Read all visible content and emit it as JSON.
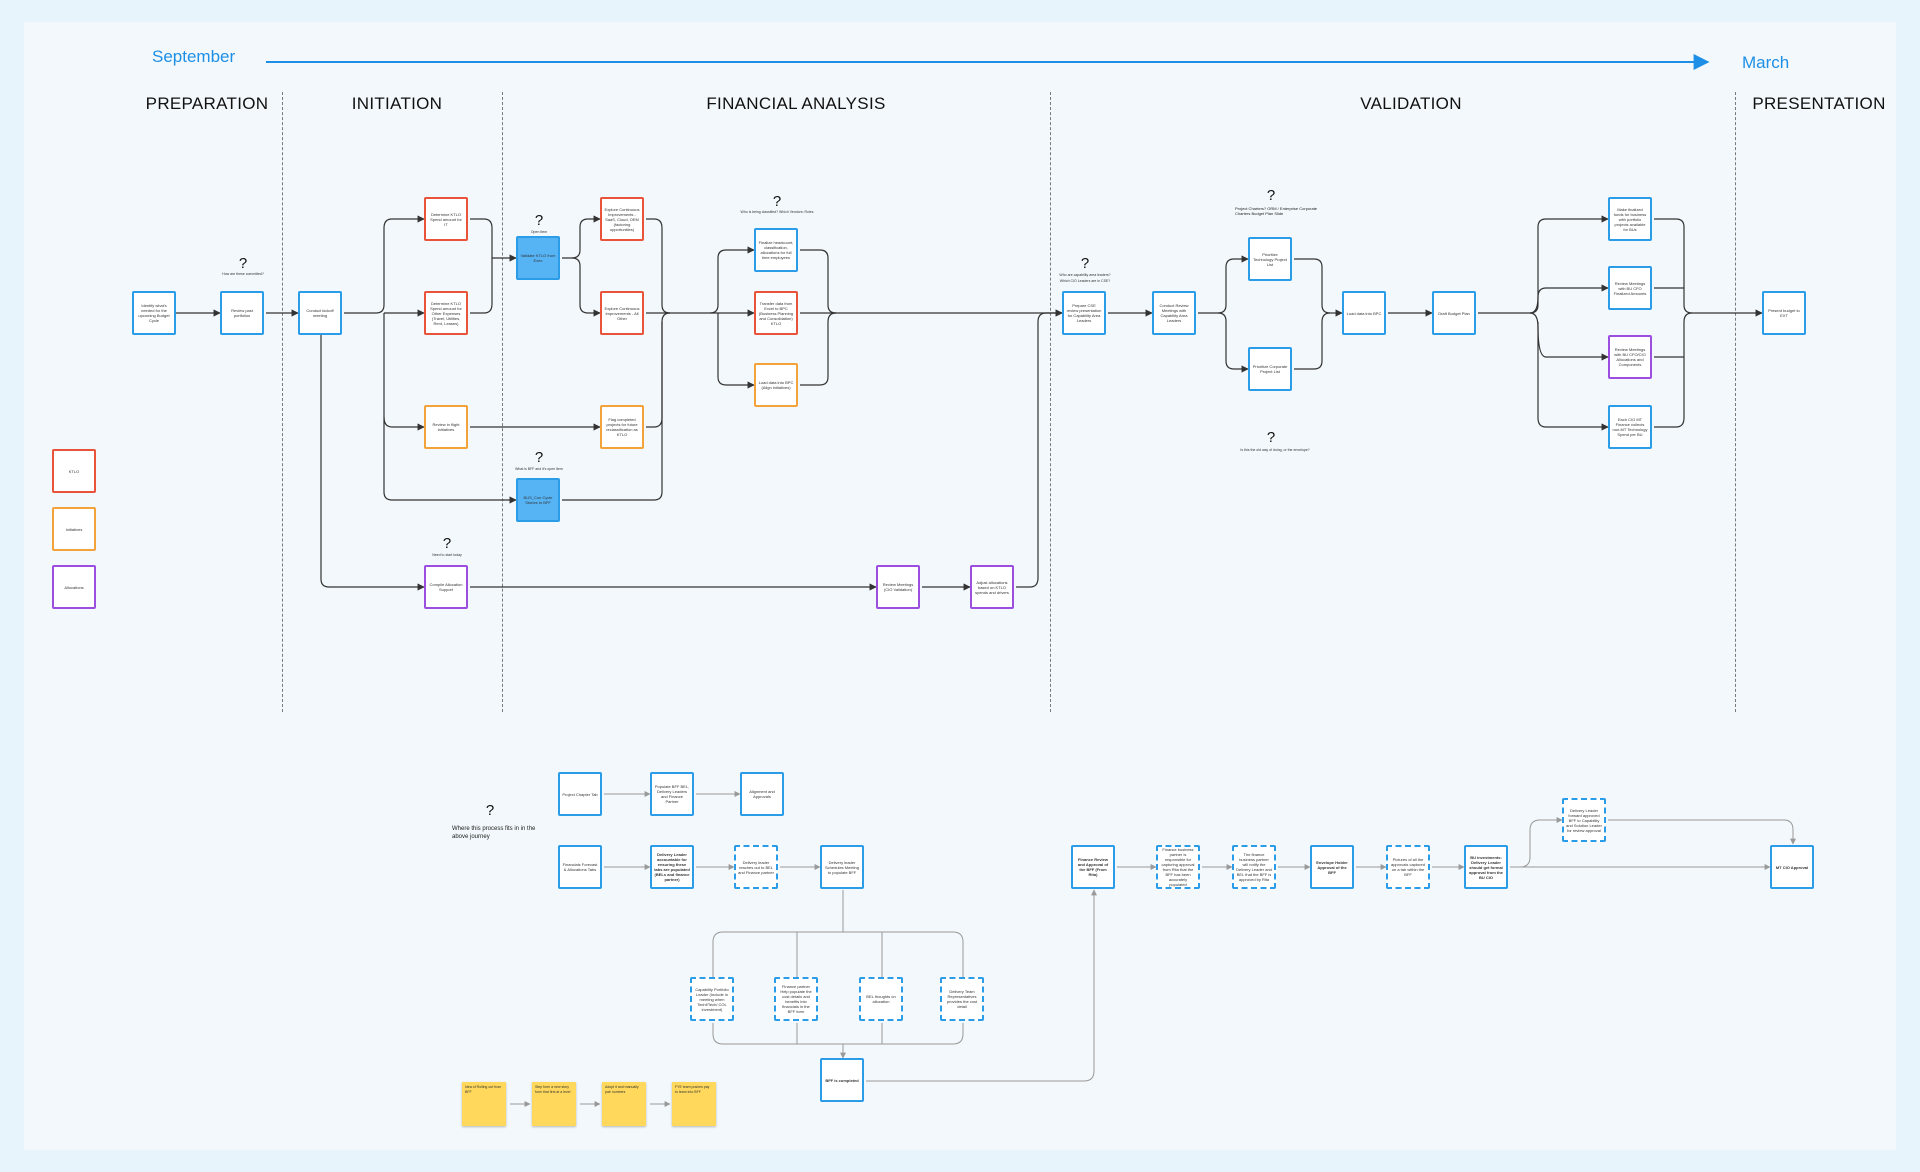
{
  "timeline": {
    "start": "September",
    "end": "March"
  },
  "phases": [
    "PREPARATION",
    "INITIATION",
    "FINANCIAL ANALYSIS",
    "VALIDATION",
    "PRESENTATION"
  ],
  "legend": {
    "ktlo": "KTLO",
    "initiatives": "Initiatives",
    "allocations": "Allocations"
  },
  "colors": {
    "blue": "#2a9ce8",
    "red": "#e8533a",
    "orange": "#f3a33a",
    "purple": "#9b4ee0",
    "fill": "#56b4f5",
    "sticky": "#ffd85c",
    "accent": "#1e8fe6"
  },
  "nodes": {
    "identify": "Identify what's needed for the upcoming Budget Cycle",
    "review_portfolio": "Review past portfolios",
    "kickoff": "Conduct kickoff meeting",
    "ktlo_spend_it": "Determine KTLO Spend amount for IT",
    "ktlo_spend_other": "Determine KTLO Spend amount for Other Expenses (Travel, Utilities, Rent, Leases)",
    "review_inflight": "Review in flight initiatives",
    "compile_alloc": "Compile Allocation Support",
    "validate_ktlo": "Validate KTLO from Exec",
    "bus_cycle": "BUS_Con Cycle Stories to BFF",
    "explore_1": "Explore Continuous Improvements - SaaS, Cloud, OEM (factoring opportunities)",
    "explore_2": "Explore Continuous Improvements - All Other",
    "flag_completed": "Flag completed projects for future reclassification as KTLO",
    "finalize": "Finalize headcount, classification, allocations for full time employees",
    "transfer": "Transfer data from Excel to BPC (Business Planning and Consolidation) KTLO",
    "load_bpc": "Load data into BPC (Allgn initiatives)",
    "review_cio": "Review Meetings (CIO Validation)",
    "adjust_alloc": "Adjust allocations based on KTLO spends and drivers",
    "prepare_cse": "Prepare CSE review presentation for Capability Area Leaders",
    "conduct_review": "Conduct Review Meetings with Capability Area Leaders",
    "prioritize_tech": "Prioritize Technology Project List",
    "prioritize_corp": "Prioritize Corporate Project List",
    "load_data_bpc": "Load data into BPC",
    "draft_budget": "Draft Budget Plan",
    "make_finalized": "Make finalized funds for business with portfolio projects available for BUs",
    "review_bu_cfo": "Review Meetings with BU CFO Finalized Amounts",
    "review_bu_alloc": "Review Meetings with BU CFO/CIO Allocations and Components",
    "each_cio": "Each CIO MT Finance collects non-MT Technology Spend per BU",
    "present_budget": "Present budget to EXT"
  },
  "questions": {
    "q_portfolio": "How are these committed?",
    "q_validate": "Open Item",
    "q_finalize": "Who is being classified? Which Vendors: Roles",
    "q_bus": "What is BFF and it's open Item",
    "q_compile": "Need to start today",
    "q_prepare_1": "Who are capability area leaders?",
    "q_prepare_2": "Which CIO Leaders are in CSE?",
    "q_project": "Project Charters? ORM / Enterprise Corporate Charters Budget Plan Slide",
    "q_envelope": "Is this the old way of doing, or the envelope?"
  },
  "lower": {
    "question_label": "Where this process fits in in the above journey",
    "project_chapter": "Project Chapter Tab",
    "populate_bff": "Populate BFF BEL, Delivery Leaders and Finance Partner",
    "alignment": "Alignment and Approvals",
    "financials_tab": "Financials Forecast & Allocations Tabs",
    "delivery_leader": "Delivery Leader accountable for ensuring these tabs are populated (BELs and finance partner)",
    "reaches_out": "Delivery leader reaches out to BEL and Finance partner",
    "schedules": "Delivery leader Schedules Meeting to populate BFF",
    "cap_portfolio": "Capability Portfolio Leader (Include in meeting when Techf/Tech/ COL investment)",
    "finance_partner": "Finance partner Help populate the cost details and benefits into financials in the BFF form",
    "bel_thoughts": "BEL thoughts on allocation",
    "delivery_team": "Delivery Team Representatives provides the cost detail",
    "bff_completed": "BFF is completed",
    "finance_review": "Finance Review and Approval of the BFF (From Rita)",
    "finance_partner_resp": "Finance business partner is responsible for capturing approval from Rita that the BFF has been accurately populated",
    "finance_notify": "The finance business partner will notify the Delivery Leader and BEL that the BFF is approved by Rita",
    "envelope_holder": "Envelope Holder Approval of the BFF",
    "pictures": "Pictures of all the approvals captured on a tab within the BFF",
    "bu_investments": "BU investments: Delivery Leader should get formal approval from the BU CIO",
    "forward_bff": "Delivery Leader forward approved BFF to Capability and Solution Leader for review approval",
    "mt_cio": "MT CIO Approval",
    "sticky_1": "Idea of Rolling out from BFF",
    "sticky_2": "Step form a new story form that first at a level",
    "sticky_3": "Adopt it and manually pair numbers",
    "sticky_4": "FYE team pushes pay to team into BFF"
  }
}
